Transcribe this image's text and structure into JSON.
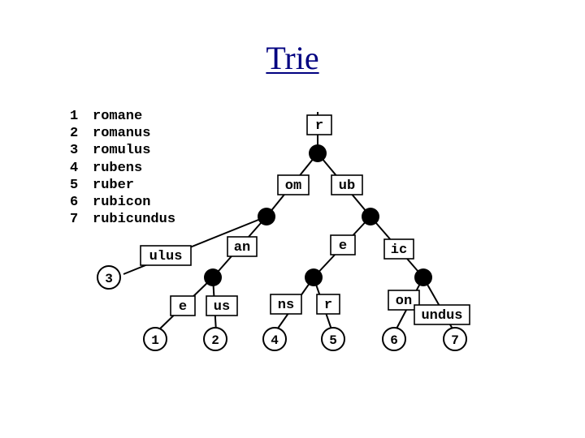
{
  "title": "Trie",
  "words": [
    {
      "num": "1",
      "word": "romane"
    },
    {
      "num": "2",
      "word": "romanus"
    },
    {
      "num": "3",
      "word": "romulus"
    },
    {
      "num": "4",
      "word": "rubens"
    },
    {
      "num": "5",
      "word": "ruber"
    },
    {
      "num": "6",
      "word": "rubicon"
    },
    {
      "num": "7",
      "word": "rubicundus"
    }
  ],
  "edges": {
    "r": "r",
    "om": "om",
    "ub": "ub",
    "ulus": "ulus",
    "an": "an",
    "e_top": "e",
    "ic": "ic",
    "e_bottom": "e",
    "us": "us",
    "ns": "ns",
    "r_bottom": "r",
    "on": "on",
    "undus": "undus"
  },
  "leaves": {
    "l1": "1",
    "l2": "2",
    "l3": "3",
    "l4": "4",
    "l5": "5",
    "l6": "6",
    "l7": "7"
  }
}
